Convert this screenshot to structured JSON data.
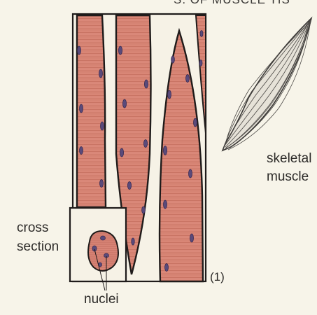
{
  "header_text": "S. OF MUSCLE TIS",
  "labels": {
    "cross_section_line1": "cross",
    "cross_section_line2": "section",
    "nuclei": "nuclei",
    "figure_number": "(1)",
    "skeletal_line1": "skeletal",
    "skeletal_line2": "muscle"
  },
  "colors": {
    "background": "#f7f4e9",
    "fiber_fill": "#dc8a7a",
    "fiber_stripe": "#b45a4c",
    "nucleus": "#5a4a7a",
    "outline": "#1f1b1a"
  }
}
